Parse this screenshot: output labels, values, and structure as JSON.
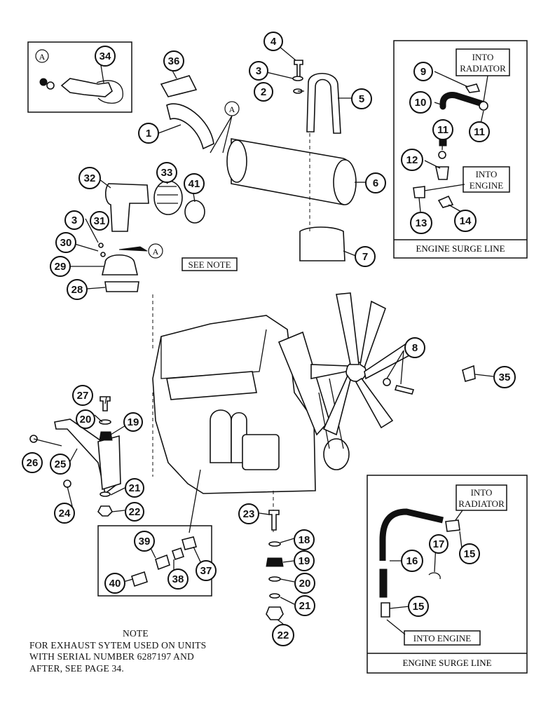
{
  "callouts": {
    "c1": "1",
    "c2": "2",
    "c3": "3",
    "c3b": "3",
    "c4": "4",
    "c5": "5",
    "c6": "6",
    "c7": "7",
    "c8": "8",
    "c9": "9",
    "c10": "10",
    "c11a": "11",
    "c11b": "11",
    "c12": "12",
    "c13": "13",
    "c14": "14",
    "c15a": "15",
    "c15b": "15",
    "c16": "16",
    "c17": "17",
    "c18": "18",
    "c19a": "19",
    "c19b": "19",
    "c20a": "20",
    "c20b": "20",
    "c21a": "21",
    "c21b": "21",
    "c22a": "22",
    "c22b": "22",
    "c23": "23",
    "c24": "24",
    "c25": "25",
    "c26": "26",
    "c27": "27",
    "c28": "28",
    "c29": "29",
    "c30": "30",
    "c31": "31",
    "c32": "32",
    "c33": "33",
    "c34": "34",
    "c35": "35",
    "c36": "36",
    "c37": "37",
    "c38": "38",
    "c39": "39",
    "c40": "40",
    "c41": "41"
  },
  "ref_marker": "A",
  "labels": {
    "into_radiator": "INTO RADIATOR",
    "into_radiator_line1": "INTO",
    "into_radiator_line2": "RADIATOR",
    "into_engine_line1": "INTO",
    "into_engine_line2": "ENGINE",
    "into_engine": "INTO ENGINE",
    "see_note": "SEE NOTE",
    "engine_surge_line": "ENGINE SURGE LINE"
  },
  "note": {
    "heading": "NOTE",
    "line1": "FOR EXHAUST SYTEM USED ON UNITS",
    "line2": "WITH SERIAL NUMBER 6287197 AND",
    "line3": "AFTER, SEE PAGE 34."
  }
}
